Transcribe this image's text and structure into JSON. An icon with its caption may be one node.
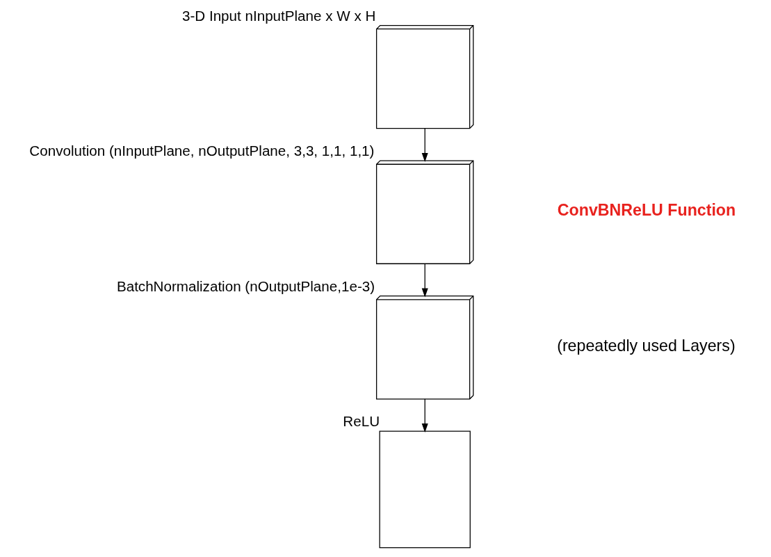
{
  "diagram": {
    "nodes": [
      {
        "text": [],
        "shape": "cube",
        "beside": [
          "3-D Input nInputPlane x W x H"
        ]
      },
      {
        "text": [],
        "shape": "cube",
        "beside": [
          "Convolution (nInputPlane, nOutputPlane, 3,3, 1,1, 1,1)"
        ]
      },
      {
        "text": [],
        "shape": "cube",
        "beside": [
          "BatchNormalization (nOutputPlane,1e-3)"
        ]
      },
      {
        "text": [],
        "shape": "box",
        "beside": [
          "ReLU"
        ]
      }
    ],
    "edges": [
      {
        "from": 0,
        "to": 1,
        "arrow": "to"
      },
      {
        "from": 1,
        "to": 2,
        "arrow": "to"
      },
      {
        "from": 2,
        "to": 3,
        "arrow": "to"
      }
    ],
    "labels": [
      "ConvBNReLU Function",
      "(repeatedly used Layers)"
    ]
  }
}
